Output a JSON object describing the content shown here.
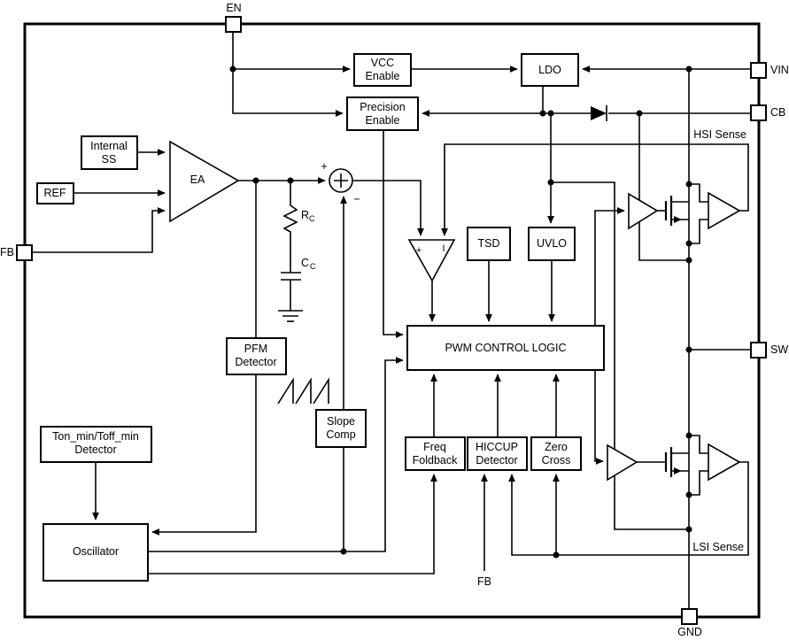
{
  "diagram": {
    "pins": {
      "en": "EN",
      "vin": "VIN",
      "cb": "CB",
      "sw": "SW",
      "fb": "FB",
      "gnd": "GND",
      "fb_bottom": "FB"
    },
    "blocks": {
      "vcc_enable": {
        "l1": "VCC",
        "l2": "Enable"
      },
      "ldo": {
        "l1": "LDO"
      },
      "precision_enable": {
        "l1": "Precision",
        "l2": "Enable"
      },
      "internal_ss": {
        "l1": "Internal",
        "l2": "SS"
      },
      "ref": {
        "l1": "REF"
      },
      "pfm_detector": {
        "l1": "PFM",
        "l2": "Detector"
      },
      "slope_comp": {
        "l1": "Slope",
        "l2": "Comp"
      },
      "tsd": {
        "l1": "TSD"
      },
      "uvlo": {
        "l1": "UVLO"
      },
      "pwm_control_logic": {
        "l1": "PWM CONTROL LOGIC"
      },
      "freq_foldback": {
        "l1": "Freq",
        "l2": "Foldback"
      },
      "hiccup_detector": {
        "l1": "HICCUP",
        "l2": "Detector"
      },
      "zero_cross": {
        "l1": "Zero",
        "l2": "Cross"
      },
      "ton_toff_detector": {
        "l1": "Ton_min/Toff_min",
        "l2": "Detector"
      },
      "oscillator": {
        "l1": "Oscillator"
      }
    },
    "labels": {
      "ea": "EA",
      "hsi_sense": "HSI Sense",
      "lsi_sense": "LSI Sense",
      "sum_plus": "+",
      "sum_minus": "−",
      "comp_plus": "+",
      "comp_current": "I",
      "rc_main": "R",
      "rc_sub": "C",
      "cc_main": "C",
      "cc_sub": "C"
    },
    "colors": {
      "line": "#000000",
      "background": "#ffffff"
    }
  }
}
